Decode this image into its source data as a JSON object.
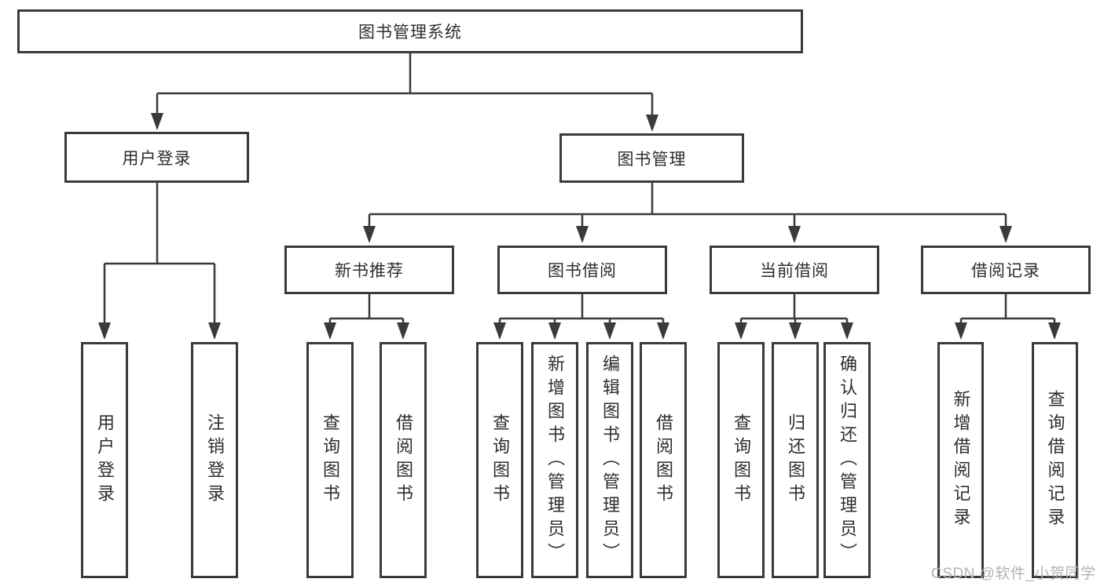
{
  "diagram": {
    "type": "hierarchy-tree",
    "title": "图书管理系统",
    "nodes": {
      "root": {
        "label": "图书管理系统"
      },
      "user_login": {
        "label": "用户登录"
      },
      "book_management": {
        "label": "图书管理"
      },
      "new_book_recommend": {
        "label": "新书推荐"
      },
      "book_borrowing": {
        "label": "图书借阅"
      },
      "current_borrowing": {
        "label": "当前借阅"
      },
      "borrowing_records": {
        "label": "借阅记录"
      },
      "leaves": {
        "user_login": "用户登录",
        "logout": "注销登录",
        "nb_query_books": "查询图书",
        "nb_borrow_books": "借阅图书",
        "bb_query_books": "查询图书",
        "bb_add_books_admin": "新增图书（管理员）",
        "bb_edit_books_admin": "编辑图书（管理员）",
        "bb_borrow_books": "借阅图书",
        "cb_query_books": "查询图书",
        "cb_return_books": "归还图书",
        "cb_confirm_return_admin": "确认归还（管理员）",
        "br_add_record": "新增借阅记录",
        "br_query_record": "查询借阅记录"
      }
    },
    "edges": [
      [
        "图书管理系统",
        "用户登录"
      ],
      [
        "图书管理系统",
        "图书管理"
      ],
      [
        "用户登录",
        "用户登录(叶)"
      ],
      [
        "用户登录",
        "注销登录"
      ],
      [
        "图书管理",
        "新书推荐"
      ],
      [
        "图书管理",
        "图书借阅"
      ],
      [
        "图书管理",
        "当前借阅"
      ],
      [
        "图书管理",
        "借阅记录"
      ],
      [
        "新书推荐",
        "查询图书"
      ],
      [
        "新书推荐",
        "借阅图书"
      ],
      [
        "图书借阅",
        "查询图书"
      ],
      [
        "图书借阅",
        "新增图书（管理员）"
      ],
      [
        "图书借阅",
        "编辑图书（管理员）"
      ],
      [
        "图书借阅",
        "借阅图书"
      ],
      [
        "当前借阅",
        "查询图书"
      ],
      [
        "当前借阅",
        "归还图书"
      ],
      [
        "当前借阅",
        "确认归还（管理员）"
      ],
      [
        "借阅记录",
        "新增借阅记录"
      ],
      [
        "借阅记录",
        "查询借阅记录"
      ]
    ]
  },
  "watermark": "CSDN @软件_小贺同学",
  "colors": {
    "line": "#3a3a3a",
    "box_border": "#3a3a3a",
    "text": "#2d2d2d",
    "watermark": "#b0b3b8",
    "background": "#ffffff"
  }
}
